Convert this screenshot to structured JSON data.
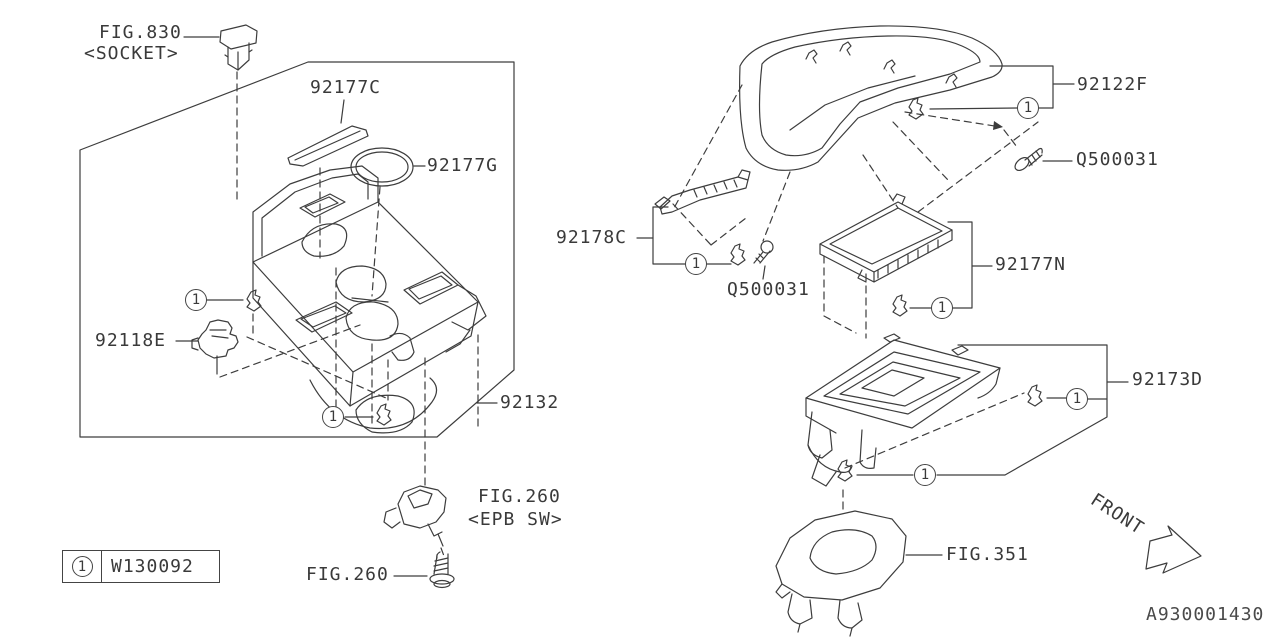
{
  "labels": {
    "fig830_1": "FIG.830",
    "fig830_2": "<SOCKET>",
    "p92177C": "92177C",
    "p92177G": "92177G",
    "p92118E": "92118E",
    "p92132": "92132",
    "fig260_epb_1": "FIG.260",
    "fig260_epb_2": "<EPB SW>",
    "fig260_screw": "FIG.260",
    "p92122F": "92122F",
    "q500031_top": "Q500031",
    "p92178C": "92178C",
    "q500031_mid": "Q500031",
    "p92177N": "92177N",
    "p92173D": "92173D",
    "fig351": "FIG.351",
    "front": "FRONT",
    "doc_code": "A930001430"
  },
  "legend": {
    "symbol": "1",
    "code": "W130092"
  },
  "colors": {
    "line": "#3d3d3d",
    "text": "#3a3a3a",
    "background": "#ffffff"
  }
}
